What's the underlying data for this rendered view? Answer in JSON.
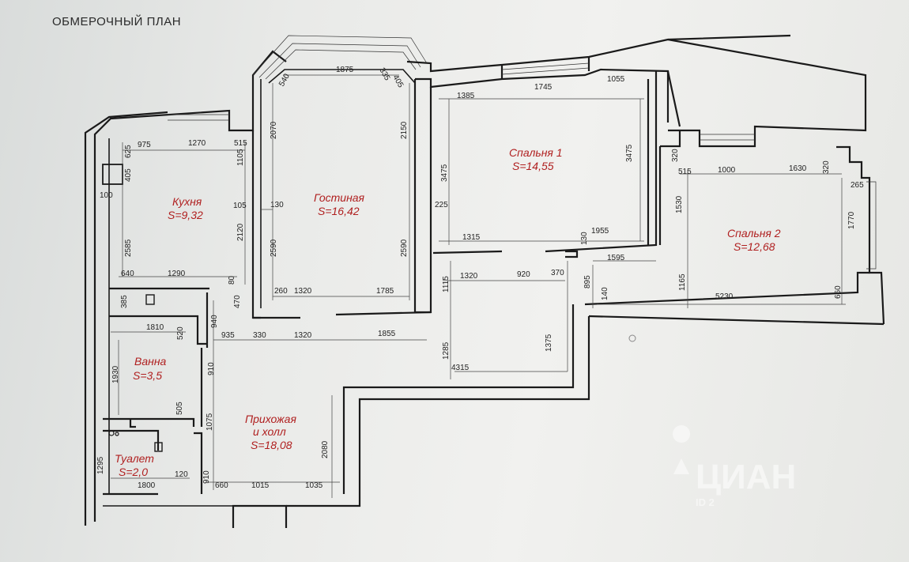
{
  "title": "ОБМЕРОЧНЫЙ ПЛАН",
  "rooms": {
    "kitchen": {
      "name": "Кухня",
      "area": "S=9,32"
    },
    "living": {
      "name": "Гостиная",
      "area": "S=16,42"
    },
    "bedroom1": {
      "name": "Спальня 1",
      "area": "S=14,55"
    },
    "bedroom2": {
      "name": "Спальня 2",
      "area": "S=12,68"
    },
    "bath": {
      "name": "Ванна",
      "area": "S=3,5"
    },
    "hall_line1": "Прихожая",
    "hall_line2": "и холл",
    "hall_area": "S=18,08",
    "toilet": {
      "name": "Туалет",
      "area": "S=2,0"
    }
  },
  "dimensions": {
    "d975": "975",
    "d1270": "1270",
    "d515a": "515",
    "d625": "625",
    "d405a": "405",
    "d1105": "1105",
    "d100": "100",
    "d105": "105",
    "d2120": "2120",
    "d2585": "2585",
    "d640": "640",
    "d1290a": "1290",
    "d80": "80",
    "d385": "385",
    "d470": "470",
    "d940": "940",
    "d1810": "1810",
    "d520": "520",
    "d935": "935",
    "d330": "330",
    "d1320a": "1320",
    "d1855": "1855",
    "d1930": "1930",
    "d910a": "910",
    "d505": "505",
    "d1075": "1075",
    "d1295": "1295",
    "d1800": "1800",
    "d120": "120",
    "d910b": "910",
    "d660a": "660",
    "d1015": "1015",
    "d1035": "1035",
    "d2080": "2080",
    "d2070": "2070",
    "d540": "540",
    "d1875": "1875",
    "d335": "335",
    "d405b": "405",
    "d2150": "2150",
    "d130a": "130",
    "d2590a": "2590",
    "d2590b": "2590",
    "d260": "260",
    "d1320b": "1320",
    "d1785": "1785",
    "d1385": "1385",
    "d1745": "1745",
    "d1055": "1055",
    "d3475a": "3475",
    "d3475b": "3475",
    "d225": "225",
    "d1315": "1315",
    "d130b": "130",
    "d1955": "1955",
    "d1115": "1115",
    "d1320c": "1320",
    "d920": "920",
    "d370": "370",
    "d1285": "1285",
    "d1375": "1375",
    "d4315": "4315",
    "d320a": "320",
    "d515b": "515",
    "d1000": "1000",
    "d1630": "1630",
    "d320b": "320",
    "d265": "265",
    "d1530": "1530",
    "d1770": "1770",
    "d1595": "1595",
    "d895": "895",
    "d1165": "1165",
    "d140": "140",
    "d5230": "5230",
    "d660b": "660"
  },
  "watermark": {
    "brand": "ЦИАН",
    "sub": "ID 2"
  }
}
